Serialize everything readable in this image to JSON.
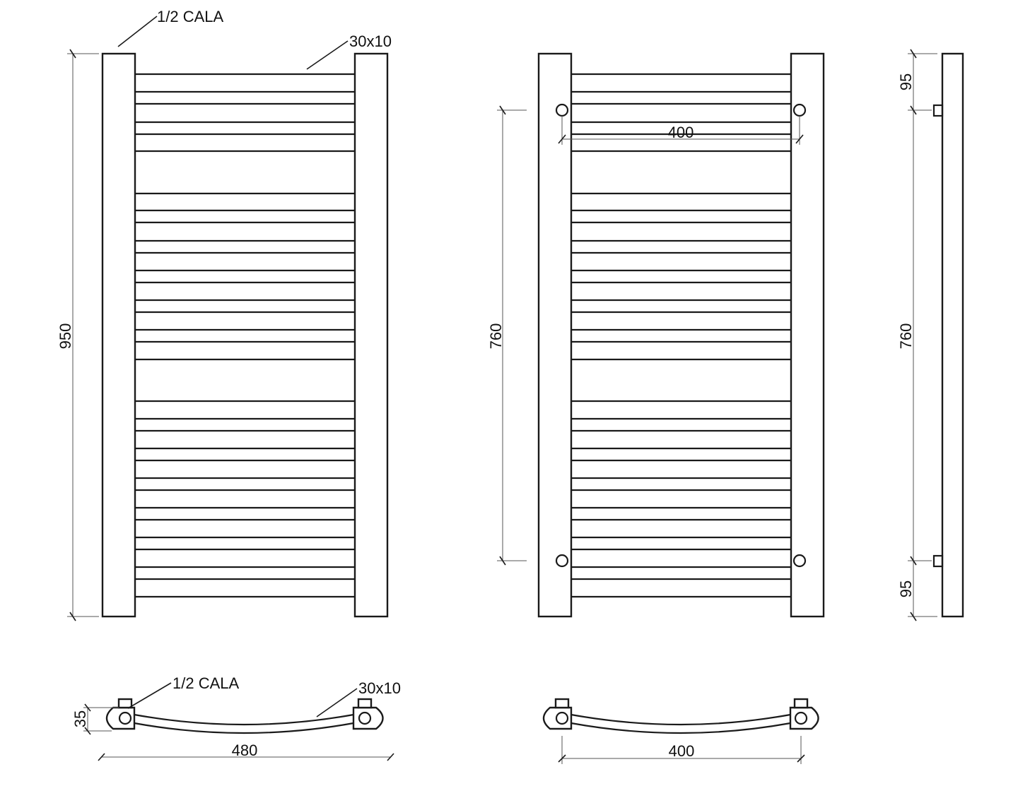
{
  "front_view": {
    "callout_connection": "1/2 CALA",
    "callout_bar": "30x10",
    "height_dim": "950"
  },
  "back_view": {
    "height_dim": "760",
    "width_dim": "400"
  },
  "side_view": {
    "top_dim": "95",
    "middle_dim": "760",
    "bottom_dim": "95"
  },
  "top_view_left": {
    "callout_connection": "1/2 CALA",
    "callout_bar": "30x10",
    "depth_dim": "35",
    "width_dim": "480"
  },
  "top_view_right": {
    "width_dim": "400"
  }
}
